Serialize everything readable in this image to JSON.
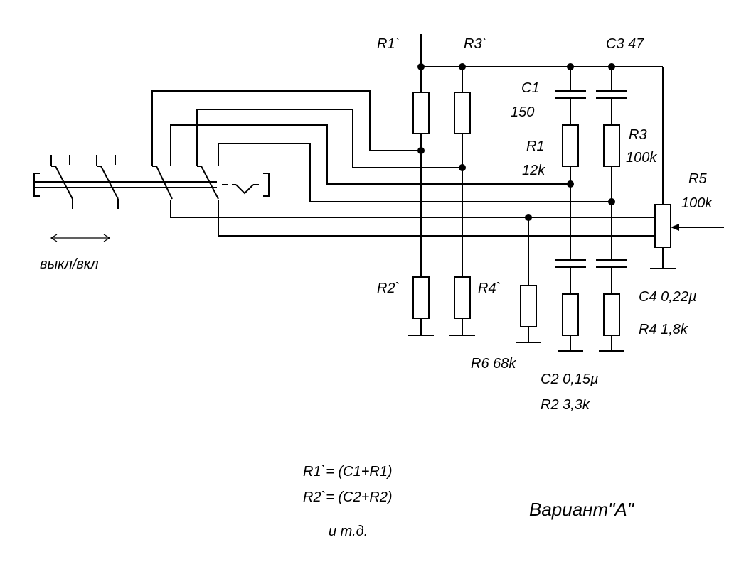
{
  "labels": {
    "r1p": "R1`",
    "r3p": "R3`",
    "c3": "C3 47",
    "c1": "C1",
    "c1_val": "150",
    "r1": "R1",
    "r1_val": "12k",
    "r3": "R3",
    "r3_val": "100k",
    "r5": "R5",
    "r5_val": "100k",
    "r2p": "R2`",
    "r4p": "R4`",
    "c4": "C4   0,22µ",
    "r4": "R4   1,8k",
    "r6": "R6 68k",
    "c2": "C2 0,15µ",
    "r2": "R2   3,3k",
    "switch": "выкл/вкл",
    "note1": "R1`= (C1+R1)",
    "note2": "R2`= (C2+R2)",
    "note3": "и т.д.",
    "variant": "Вариант\"A\""
  }
}
